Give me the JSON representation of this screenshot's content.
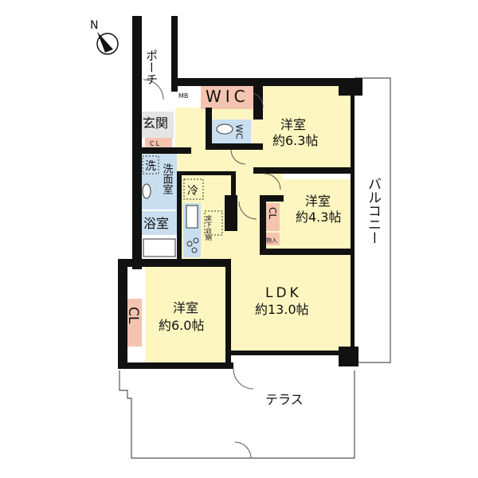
{
  "compass": {
    "north_label": "N"
  },
  "rooms": {
    "porch": "ポーチ",
    "mb": "MB",
    "wic": "WIC",
    "entrance": "玄関",
    "entrance_cl": "CL",
    "wc": "WC",
    "bedroom1": {
      "name": "洋室",
      "size": "約6.3帖"
    },
    "bedroom2": {
      "name": "洋室",
      "size": "約4.3帖"
    },
    "bedroom2_cl": "CL",
    "storage": "物入",
    "washer": "洗",
    "washroom": "洗面室",
    "fridge": "冷",
    "bath": "浴室",
    "underfloor": "床下収納",
    "ldk": {
      "name": "LDK",
      "size": "約13.0帖"
    },
    "bedroom3": {
      "name": "洋室",
      "size": "約6.0帖"
    },
    "bedroom3_cl": "CL",
    "balcony": "バルコニー",
    "terrace": "テラス"
  },
  "colors": {
    "room": "#fdf6c0",
    "wet": "#c9dff0",
    "closet": "#f5c4b0",
    "entry": "#e4e4e4",
    "wall": "#111111"
  }
}
